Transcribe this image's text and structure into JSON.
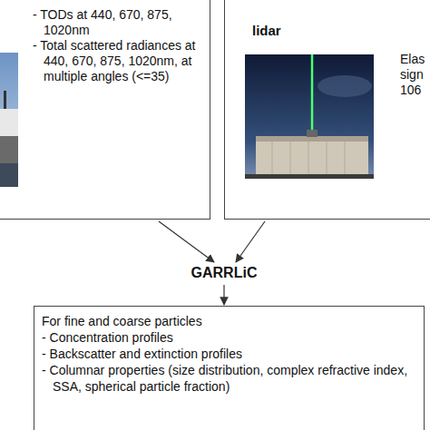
{
  "diagram": {
    "nodes": [
      {
        "text": [
          "- TODs at 440, 670, 875, 1020nm",
          "- Total scattered radiances at 440, 670, 875, 1020nm, at multiple angles (<=35)"
        ]
      },
      {
        "text": [
          "lidar",
          "Elas sign 106"
        ]
      },
      {
        "text": [
          "GARRLiC"
        ]
      },
      {
        "text": [
          "For fine and coarse particles",
          "- Concentration profiles",
          "- Backscatter and extinction profiles",
          "- Columnar properties (size distribution, complex refractive index, SSA, spherical particle fraction)"
        ]
      }
    ],
    "edges": [
      {
        "from": 0,
        "to": 2,
        "arrow": "to"
      },
      {
        "from": 1,
        "to": 2,
        "arrow": "to"
      },
      {
        "from": 2,
        "to": 3,
        "arrow": "to"
      }
    ]
  }
}
